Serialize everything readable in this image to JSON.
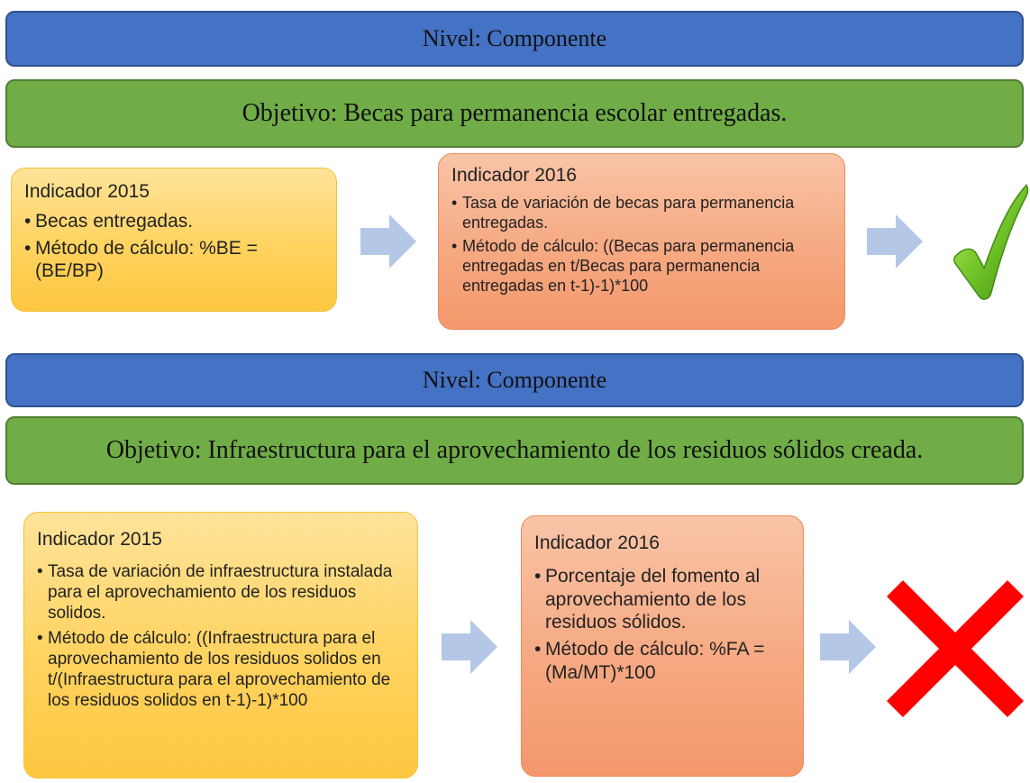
{
  "sections": [
    {
      "level": "Nivel: Componente",
      "objective": "Objetivo: Becas para permanencia escolar entregadas.",
      "indicator_2015": {
        "title": "Indicador 2015",
        "bullets": [
          "Becas entregadas.",
          "Método de cálculo: %BE =(BE/BP)"
        ]
      },
      "indicator_2016": {
        "title": "Indicador 2016",
        "bullets": [
          "Tasa de variación de becas para permanencia entregadas.",
          "Método de cálculo: ((Becas para permanencia entregadas en t/Becas para permanencia entregadas en t-1)-1)*100"
        ]
      },
      "result": {
        "icon": "checkmark-icon",
        "color": "#5aa51e"
      }
    },
    {
      "level": "Nivel: Componente",
      "objective": "Objetivo: Infraestructura para el aprovechamiento de los residuos sólidos creada.",
      "indicator_2015": {
        "title": "Indicador 2015",
        "bullets": [
          "Tasa de variación de infraestructura instalada para el aprovechamiento de los residuos solidos.",
          "Método de cálculo: ((Infraestructura para el aprovechamiento de los residuos solidos en t/(Infraestructura para el aprovechamiento de los residuos solidos en t-1)-1)*100"
        ]
      },
      "indicator_2016": {
        "title": "Indicador 2016",
        "bullets": [
          "Porcentaje del fomento al aprovechamiento de los residuos sólidos.",
          "Método de cálculo: %FA = (Ma/MT)*100"
        ]
      },
      "result": {
        "icon": "cross-icon",
        "color": "#ff0000"
      }
    }
  ],
  "colors": {
    "level_banner": "#4472c4",
    "objective_banner": "#70ad47",
    "indicator_2015_card": "#ffd35f",
    "indicator_2016_card": "#f6a982",
    "arrow": "#b4c7e7"
  }
}
